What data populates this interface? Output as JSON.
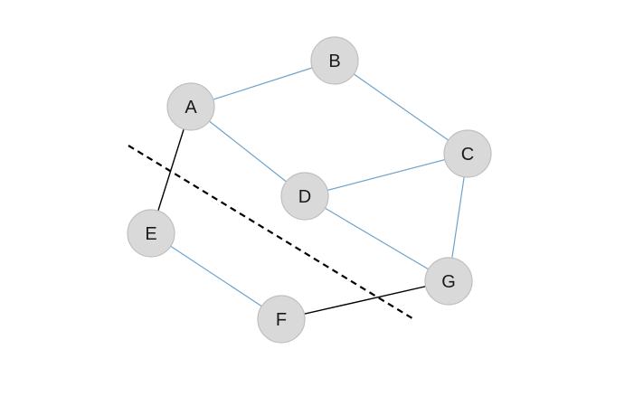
{
  "diagram": {
    "nodes": [
      {
        "id": "A",
        "label": "A"
      },
      {
        "id": "B",
        "label": "B"
      },
      {
        "id": "C",
        "label": "C"
      },
      {
        "id": "D",
        "label": "D"
      },
      {
        "id": "E",
        "label": "E"
      },
      {
        "id": "F",
        "label": "F"
      },
      {
        "id": "G",
        "label": "G"
      }
    ],
    "edges": [
      {
        "from": "A",
        "to": "B",
        "style": "blue"
      },
      {
        "from": "B",
        "to": "C",
        "style": "blue"
      },
      {
        "from": "A",
        "to": "D",
        "style": "blue"
      },
      {
        "from": "D",
        "to": "C",
        "style": "blue"
      },
      {
        "from": "D",
        "to": "G",
        "style": "blue"
      },
      {
        "from": "C",
        "to": "G",
        "style": "blue"
      },
      {
        "from": "E",
        "to": "F",
        "style": "blue"
      },
      {
        "from": "A",
        "to": "E",
        "style": "cut"
      },
      {
        "from": "F",
        "to": "G",
        "style": "cut"
      }
    ],
    "cut_line": {
      "style": "dashed"
    },
    "colors": {
      "node_fill": "#d9d9d9",
      "node_stroke": "#bfbfbf",
      "edge_blue": "#6ea3cc",
      "edge_cut": "#000000",
      "cut_line": "#000000",
      "label": "#1a1a1a"
    }
  }
}
